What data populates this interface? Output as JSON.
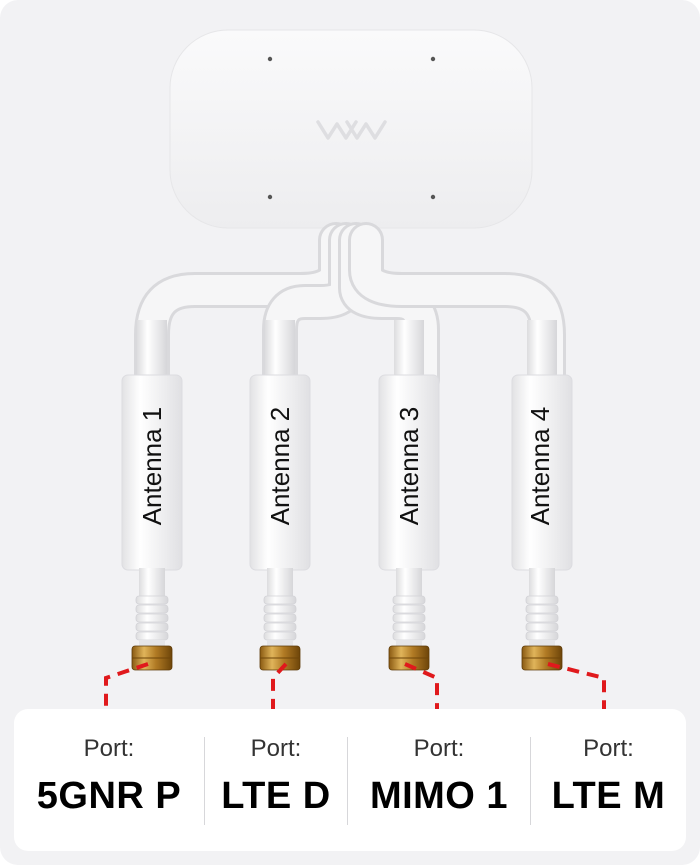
{
  "antennas": [
    {
      "label": "Antenna 1",
      "port_caption": "Port:",
      "port_value": "5GNR P"
    },
    {
      "label": "Antenna 2",
      "port_caption": "Port:",
      "port_value": "LTE D"
    },
    {
      "label": "Antenna 3",
      "port_caption": "Port:",
      "port_value": "MIMO 1"
    },
    {
      "label": "Antenna 4",
      "port_caption": "Port:",
      "port_value": "LTE M"
    }
  ],
  "colors": {
    "background": "#f2f2f4",
    "device": "#f7f7f8",
    "cable": "#f4f4f5",
    "connector": "#c8962e",
    "dashed_line": "#e0191c",
    "panel": "#ffffff"
  }
}
